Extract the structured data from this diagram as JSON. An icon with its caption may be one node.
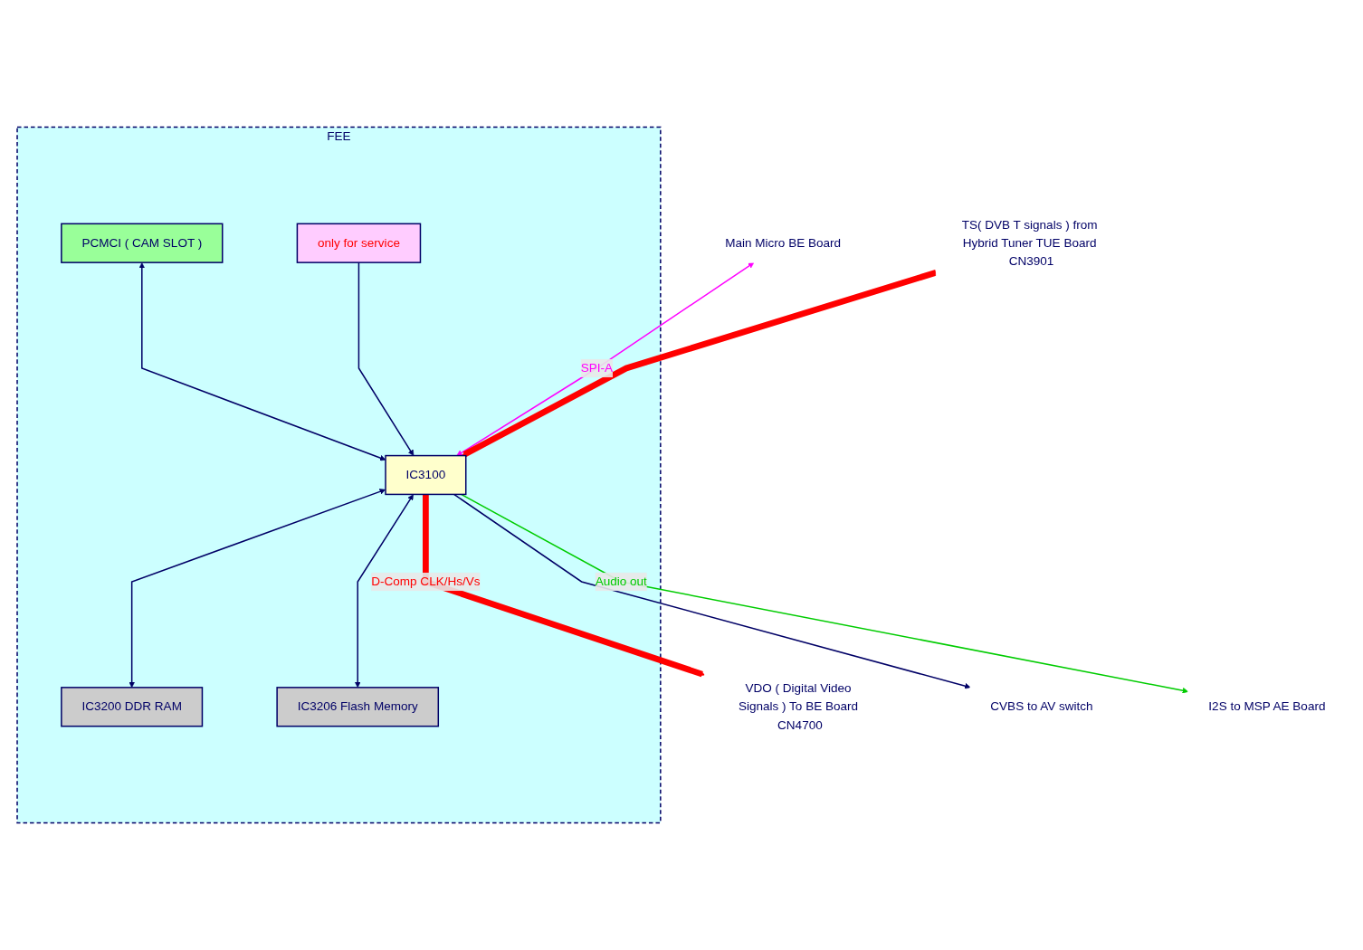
{
  "diagram": {
    "nodes": [
      {
        "text": [
          "FEE"
        ]
      },
      {
        "text": [
          "PCMCI ( CAM SLOT )"
        ],
        "in": 0
      },
      {
        "text": [
          "only for service"
        ],
        "in": 0
      },
      {
        "text": [
          "IC3100"
        ],
        "in": 0
      },
      {
        "text": [
          "IC3200 DDR RAM"
        ],
        "in": 0
      },
      {
        "text": [
          "IC3206 Flash Memory"
        ],
        "in": 0
      },
      {
        "text": [
          "Main Micro BE Board"
        ]
      },
      {
        "text": [
          "TS( DVB T signals ) from Hybrid Tuner TUE Board CN3901"
        ]
      },
      {
        "text": [
          "VDO ( Digital Video Signals ) To BE Board CN4700"
        ]
      },
      {
        "text": [
          "CVBS to AV switch"
        ]
      },
      {
        "text": [
          "I2S to MSP AE Board"
        ]
      }
    ],
    "edges": [
      {
        "from": 1,
        "to": 3,
        "arrow": "both"
      },
      {
        "from": 2,
        "to": 3,
        "arrow": "to"
      },
      {
        "from": 3,
        "to": 6,
        "arrow": "both",
        "label": "SPI-A",
        "color": "#ff00ff"
      },
      {
        "from": 7,
        "to": 3,
        "arrow": "to",
        "style": "thick",
        "color": "#ff0000"
      },
      {
        "from": 3,
        "to": 8,
        "arrow": "to",
        "label": "D-Comp CLK/Hs/Vs",
        "style": "thick",
        "color": "#ff0000"
      },
      {
        "from": 3,
        "to": 10,
        "arrow": "to",
        "label": "Audio out",
        "color": "#00cc00"
      },
      {
        "from": 3,
        "to": 9,
        "arrow": "to"
      },
      {
        "from": 3,
        "to": 4,
        "arrow": "both"
      },
      {
        "from": 3,
        "to": 5,
        "arrow": "both"
      }
    ]
  }
}
